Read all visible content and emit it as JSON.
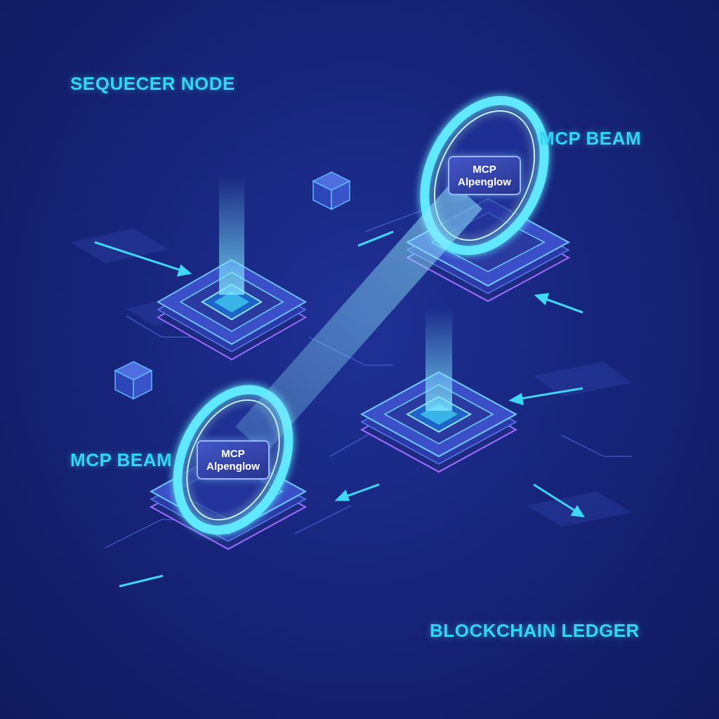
{
  "diagram": {
    "nodes": [
      {
        "text": [
          "MCP Alpenglow"
        ]
      },
      {
        "text": [
          "MCP Alpenglow"
        ]
      }
    ],
    "edges": [
      {
        "from": 1,
        "to": 0,
        "arrow": "none"
      }
    ],
    "labels": [
      "SEQUECER NODE",
      "MCP BEAM",
      "MCP BEAM",
      "BLOCKCHAIN LEDGER"
    ]
  }
}
